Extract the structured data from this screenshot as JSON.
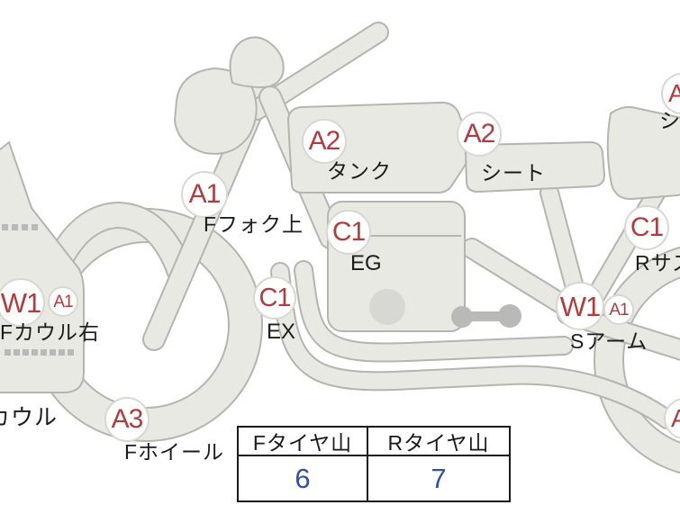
{
  "diagram": {
    "description": "motorcycle-condition-diagram",
    "markers": [
      {
        "part": "front-fork-upper",
        "grades": [
          "A1"
        ],
        "label": "Fフォク上"
      },
      {
        "part": "fuel-tank",
        "grades": [
          "A2"
        ],
        "label": "タンク"
      },
      {
        "part": "seat",
        "grades": [
          "A2"
        ],
        "label": "シート"
      },
      {
        "part": "rear-cowl-cutoff",
        "grades": [
          "A"
        ],
        "label": "シ"
      },
      {
        "part": "engine",
        "grades": [
          "C1"
        ],
        "label": "EG"
      },
      {
        "part": "exhaust",
        "grades": [
          "C1"
        ],
        "label": "EX"
      },
      {
        "part": "rear-suspension",
        "grades": [
          "C1"
        ],
        "label": "Rサス"
      },
      {
        "part": "swing-arm",
        "grades": [
          "W1",
          "A1"
        ],
        "label": "Sアーム"
      },
      {
        "part": "front-cowl-right",
        "grades": [
          "W1",
          "A1"
        ],
        "label": "Fカウル右"
      },
      {
        "part": "cowl-cutoff",
        "grades": [],
        "label": "カウル"
      },
      {
        "part": "front-wheel",
        "grades": [
          "A3"
        ],
        "label": "Fホイール"
      },
      {
        "part": "rear-wheel-cutoff",
        "grades": [
          "A"
        ],
        "label": ""
      }
    ]
  },
  "tire_table": {
    "columns": [
      {
        "header": "Fタイヤ山",
        "value": "6"
      },
      {
        "header": "Rタイヤ山",
        "value": "7"
      }
    ]
  },
  "colors": {
    "grade_red": "#b13c3e",
    "value_blue": "#2f52a8",
    "body_grey": "#e9e9e4",
    "outline_grey": "#b4b4b0",
    "table_border": "#1a1a1a"
  }
}
